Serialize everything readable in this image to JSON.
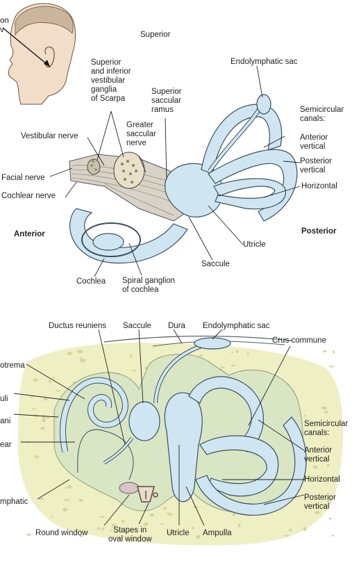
{
  "colors": {
    "endolymph": "#cfe6f2",
    "membrane_outline": "#3a4f5e",
    "bone": "#efefc4",
    "bone_pores": "#d7d79a",
    "perilymph": "#d9e6c4",
    "nerve": "#d8d3c6",
    "skin": "#f1ddc8",
    "round_window": "#d6c6c8"
  },
  "top": {
    "orientation": {
      "superior": "Superior",
      "anterior": "Anterior",
      "posterior": "Posterior",
      "view_text_1": "on",
      "view_text_2": "v"
    },
    "labels": {
      "ganglia_scarpa": "Superior\nand inferior\nvestibular\nganglia\nof Scarpa",
      "superior_saccular_ramus": "Superior\nsaccular\nramus",
      "endolymphatic_sac": "Endolymphatic sac",
      "semicircular_canals": "Semicircular\ncanals:",
      "anterior_vertical": "Anterior\nvertical",
      "posterior_vertical": "Posterior\nvertical",
      "horizontal": "Horizontal",
      "vestibular_nerve": "Vestibular nerve",
      "greater_saccular_nerve": "Greater\nsaccular\nnerve",
      "facial_nerve": "Facial nerve",
      "cochlear_nerve": "Cochlear nerve",
      "utricle": "Utricle",
      "saccule": "Saccule",
      "cochlea": "Cochlea",
      "spiral_ganglion": "Spiral ganglion\nof cochlea"
    }
  },
  "bottom": {
    "labels": {
      "ductus_reuniens": "Ductus reuniens",
      "saccule": "Saccule",
      "dura": "Dura",
      "endolymphatic_sac": "Endolymphatic sac",
      "crus_commune": "Crus commune",
      "helicotrema_partial": "otrema",
      "vestibuli_partial": "uli",
      "tympani_partial": "ani",
      "cochlear_partial": "ear",
      "perilymphatic_partial": "mphatic",
      "semicircular_canals": "Semicircular\ncanals:",
      "anterior_vertical": "Anterior\nvertical",
      "horizontal": "Horizontal",
      "posterior_vertical": "Posterior\nvertical",
      "round_window": "Round window",
      "stapes": "Stapes in\noval window",
      "utricle": "Utricle",
      "ampulla": "Ampulla"
    }
  }
}
